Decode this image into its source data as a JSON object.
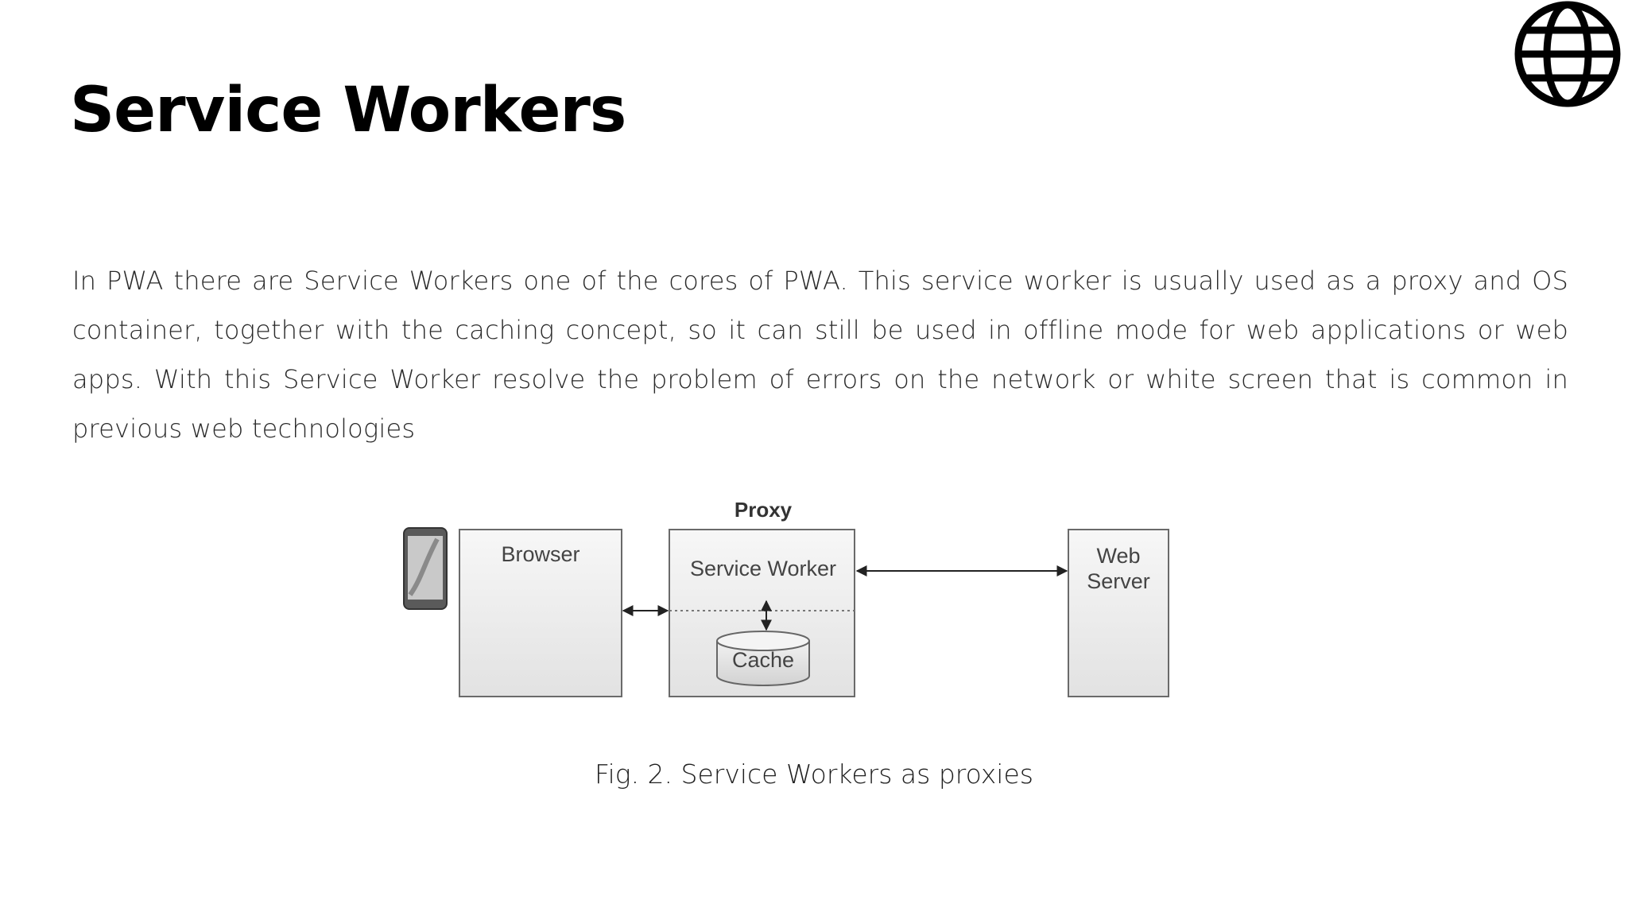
{
  "slide": {
    "title": "Service Workers",
    "paragraph": "In PWA there are Service Workers one of the cores of PWA. This service worker is usually used as a proxy and OS container, together with the caching concept, so it can still be used in offline mode for web applications or web apps. With this Service Worker resolve the problem of errors on the network or white screen that is common in previous web technologies",
    "caption": "Fig. 2. Service Workers as proxies"
  },
  "icons": {
    "top_right": "globe-icon",
    "device": "smartphone-icon"
  },
  "diagram": {
    "proxy_label": "Proxy",
    "browser_label": "Browser",
    "service_worker_label": "Service Worker",
    "cache_label": "Cache",
    "web_server_line1": "Web",
    "web_server_line2": "Server"
  }
}
